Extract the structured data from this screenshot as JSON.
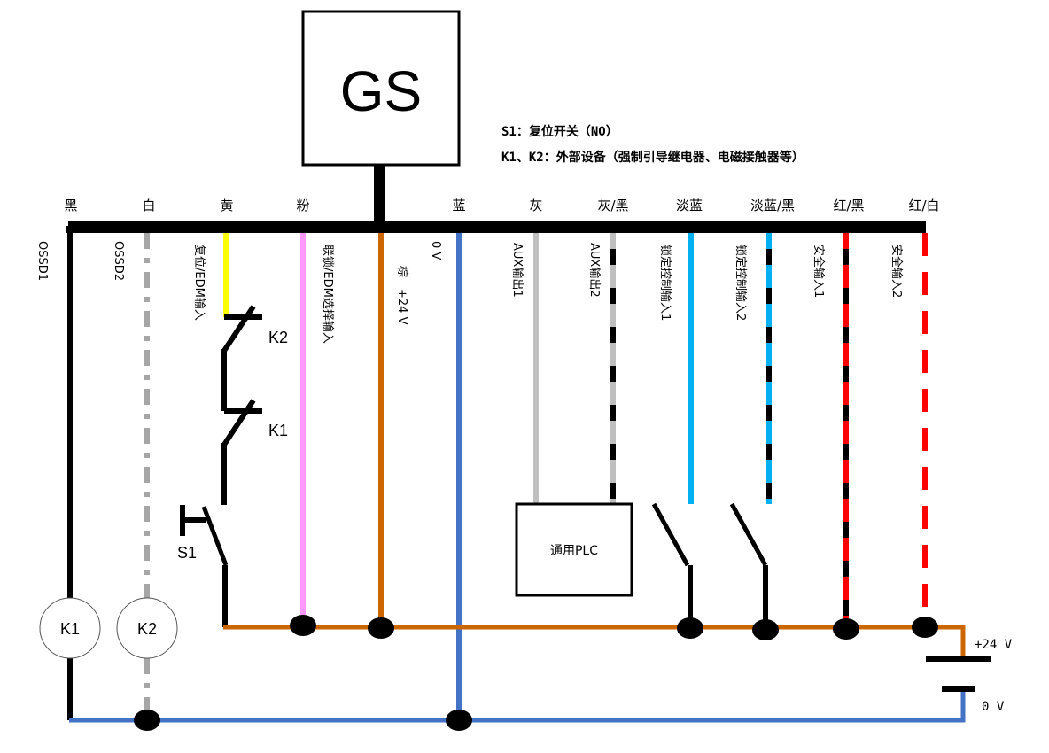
{
  "device": {
    "name": "GS"
  },
  "notes": [
    "S1：复位开关（NO）",
    "K1、K2：外部设备（强制引导继电器、电磁接触器等）"
  ],
  "wires": [
    {
      "id": "ossd1",
      "color_name": "黑",
      "function": "OSSD1",
      "colors": [
        "#000000"
      ],
      "style": "solid"
    },
    {
      "id": "ossd2",
      "color_name": "白",
      "function": "OSSD2",
      "colors": [
        "#a6a6a6"
      ],
      "style": "dash-dot"
    },
    {
      "id": "reset",
      "color_name": "黄",
      "function": "复位/EDM输入",
      "colors": [
        "#ffff00"
      ],
      "style": "solid"
    },
    {
      "id": "interlock",
      "color_name": "粉",
      "function": "联锁/EDM选择输入",
      "colors": [
        "#ff99ff"
      ],
      "style": "solid"
    },
    {
      "id": "v24",
      "color_name": "",
      "function": "棕　+24 V",
      "colors": [
        "#cc6600"
      ],
      "style": "solid"
    },
    {
      "id": "v0",
      "color_name": "蓝",
      "function": "0 V",
      "colors": [
        "#4472c4"
      ],
      "style": "solid"
    },
    {
      "id": "aux1",
      "color_name": "灰",
      "function": "AUX输出1",
      "colors": [
        "#bfbfbf"
      ],
      "style": "solid"
    },
    {
      "id": "aux2",
      "color_name": "灰/黑",
      "function": "AUX输出2",
      "colors": [
        "#bfbfbf",
        "#000000"
      ],
      "style": "striped"
    },
    {
      "id": "lock1",
      "color_name": "淡蓝",
      "function": "锁定控制输入1",
      "colors": [
        "#00b0f0"
      ],
      "style": "solid"
    },
    {
      "id": "lock2",
      "color_name": "淡蓝/黑",
      "function": "锁定控制输入2",
      "colors": [
        "#00b0f0",
        "#000000"
      ],
      "style": "striped"
    },
    {
      "id": "safe1",
      "color_name": "红/黑",
      "function": "安全输入1",
      "colors": [
        "#ff0000",
        "#000000"
      ],
      "style": "striped"
    },
    {
      "id": "safe2",
      "color_name": "红/白",
      "function": "安全输入2",
      "colors": [
        "#ff0000",
        "#ffffff"
      ],
      "style": "dashed"
    }
  ],
  "components": {
    "k2_contact": "K2",
    "k1_contact": "K1",
    "s1_switch": "S1",
    "k1_coil": "K1",
    "k2_coil": "K2",
    "plc": "通用PLC"
  },
  "power_supply": {
    "positive": "+24 V",
    "negative": "0 V"
  },
  "colors": {
    "bus": "#000000",
    "supply_positive": "#cc6600",
    "supply_negative": "#4472c4"
  }
}
